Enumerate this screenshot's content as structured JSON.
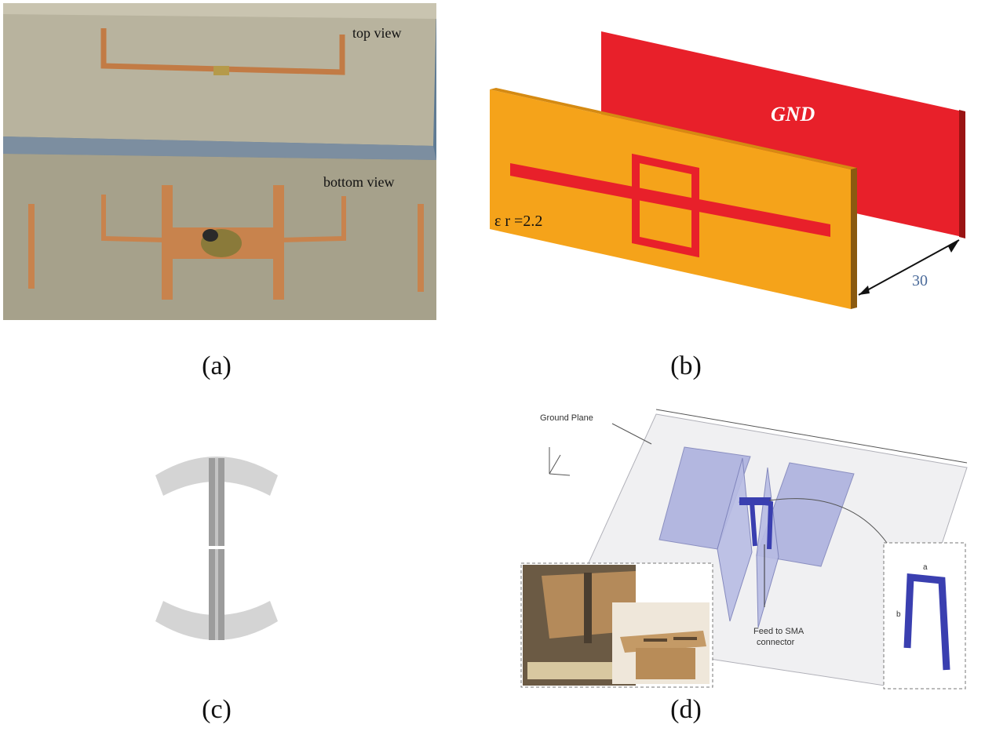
{
  "panels": {
    "a": {
      "caption": "(a)",
      "top_label": "top view",
      "bottom_label": "bottom view"
    },
    "b": {
      "caption": "(b)",
      "gnd_label": "GND",
      "permittivity_label": "ε r =2.2",
      "distance_label": "30"
    },
    "c": {
      "caption": "(c)"
    },
    "d": {
      "caption": "(d)",
      "ground_plane_label": "Ground Plane",
      "feed_label_line1": "Feed to SMA",
      "feed_label_line2": "connector",
      "dim_b": "b",
      "dim_a": "a"
    }
  },
  "colors": {
    "substrate_orange": "#f5a31a",
    "gnd_red": "#e8202a",
    "copper": "#c87d4a",
    "board_beige": "#b9b29a",
    "plate_blue": "#a9aede",
    "strip_blue": "#3a3fb0"
  }
}
